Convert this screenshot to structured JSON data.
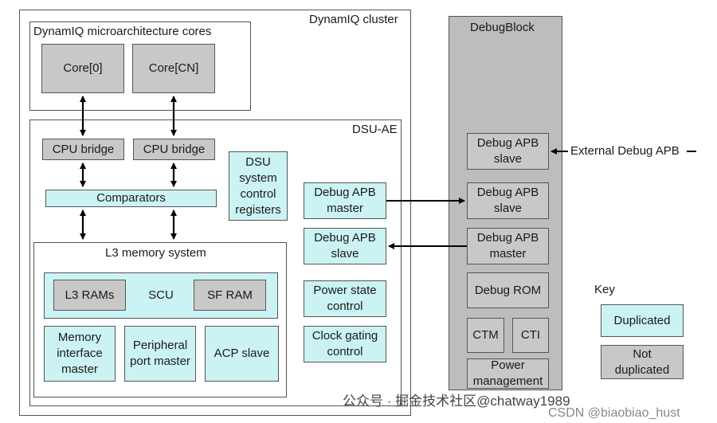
{
  "cluster": {
    "title": "DynamIQ cluster"
  },
  "cores": {
    "title": "DynamIQ microarchitecture cores",
    "core0": "Core[0]",
    "coreN": "Core[CN]"
  },
  "dsu": {
    "title": "DSU-AE",
    "cpu_bridge_1": "CPU bridge",
    "cpu_bridge_2": "CPU bridge",
    "comparators": "Comparators",
    "sys_ctrl_regs": [
      "DSU",
      "system",
      "control",
      "registers"
    ],
    "debug_apb_master": [
      "Debug APB",
      "master"
    ],
    "debug_apb_slave": [
      "Debug APB",
      "slave"
    ],
    "power_state": [
      "Power state",
      "control"
    ],
    "clock_gating": [
      "Clock gating",
      "control"
    ]
  },
  "l3": {
    "title": "L3 memory system",
    "l3_rams": "L3 RAMs",
    "scu": "SCU",
    "sf_ram": "SF RAM",
    "mem_iface": [
      "Memory",
      "interface",
      "master"
    ],
    "periph_port": [
      "Peripheral",
      "port master"
    ],
    "acp_slave": "ACP slave"
  },
  "debug_block": {
    "title": "DebugBlock",
    "apb_slave_ext": [
      "Debug APB",
      "slave"
    ],
    "apb_slave": [
      "Debug APB",
      "slave"
    ],
    "apb_master": [
      "Debug APB",
      "master"
    ],
    "rom": "Debug ROM",
    "ctm": "CTM",
    "cti": "CTI",
    "power_mgmt": [
      "Power",
      "management"
    ],
    "external_label": "External Debug APB"
  },
  "key": {
    "title": "Key",
    "duplicated": "Duplicated",
    "not_duplicated": [
      "Not",
      "duplicated"
    ]
  },
  "watermark": {
    "line1": "公众号 · 掘金技术社区@chatway1989",
    "line2": "CSDN @biaobiao_hust"
  },
  "colors": {
    "duplicated": "#ccf3f3",
    "not_duplicated": "#c8c8c8",
    "debug_block": "#bdbdbd"
  }
}
